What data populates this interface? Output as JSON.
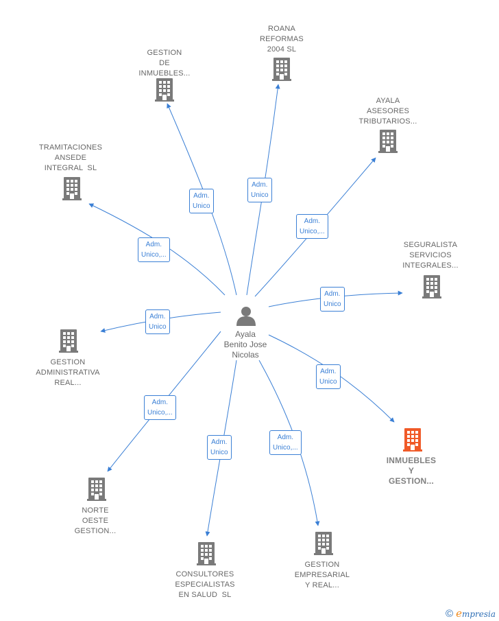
{
  "center": {
    "name_lines": [
      "Ayala",
      "Benito Jose",
      "Nicolas"
    ],
    "icon": "person-icon"
  },
  "nodes": [
    {
      "id": "gestion-inmuebles",
      "lines": [
        "GESTION",
        "DE",
        "INMUEBLES..."
      ],
      "icon": "building-icon",
      "highlight": false
    },
    {
      "id": "roana-reformas",
      "lines": [
        "ROANA",
        "REFORMAS",
        "2004 SL"
      ],
      "icon": "building-icon",
      "highlight": false
    },
    {
      "id": "ayala-asesores",
      "lines": [
        "AYALA",
        "ASESORES",
        "TRIBUTARIOS..."
      ],
      "icon": "building-icon",
      "highlight": false
    },
    {
      "id": "tramitaciones-ansede",
      "lines": [
        "TRAMITACIONES",
        "ANSEDE",
        "INTEGRAL  SL"
      ],
      "icon": "building-icon",
      "highlight": false
    },
    {
      "id": "seguralista",
      "lines": [
        "SEGURALISTA",
        "SERVICIOS",
        "INTEGRALES..."
      ],
      "icon": "building-icon",
      "highlight": false
    },
    {
      "id": "gestion-administrativa",
      "lines": [
        "GESTION",
        "ADMINISTRATIVA",
        "REAL..."
      ],
      "icon": "building-icon",
      "highlight": false
    },
    {
      "id": "inmuebles-gestion",
      "lines": [
        "INMUEBLES",
        "Y",
        "GESTION..."
      ],
      "icon": "building-icon",
      "highlight": true
    },
    {
      "id": "norte-oeste",
      "lines": [
        "NORTE",
        "OESTE",
        "GESTION..."
      ],
      "icon": "building-icon",
      "highlight": false
    },
    {
      "id": "consultores-especialistas",
      "lines": [
        "CONSULTORES",
        "ESPECIALISTAS",
        "EN SALUD  SL"
      ],
      "icon": "building-icon",
      "highlight": false
    },
    {
      "id": "gestion-empresarial",
      "lines": [
        "GESTION",
        "EMPRESARIAL",
        "Y REAL..."
      ],
      "icon": "building-icon",
      "highlight": false
    }
  ],
  "edges": [
    {
      "to": "gestion-inmuebles",
      "lines": [
        "Adm.",
        "Unico"
      ]
    },
    {
      "to": "roana-reformas",
      "lines": [
        "Adm.",
        "Unico"
      ]
    },
    {
      "to": "ayala-asesores",
      "lines": [
        "Adm.",
        "Unico,..."
      ]
    },
    {
      "to": "tramitaciones-ansede",
      "lines": [
        "Adm.",
        "Unico,..."
      ]
    },
    {
      "to": "seguralista",
      "lines": [
        "Adm.",
        "Unico"
      ]
    },
    {
      "to": "gestion-administrativa",
      "lines": [
        "Adm.",
        "Unico"
      ]
    },
    {
      "to": "inmuebles-gestion",
      "lines": [
        "Adm.",
        "Unico"
      ]
    },
    {
      "to": "norte-oeste",
      "lines": [
        "Adm.",
        "Unico,..."
      ]
    },
    {
      "to": "consultores-especialistas",
      "lines": [
        "Adm.",
        "Unico"
      ]
    },
    {
      "to": "gestion-empresarial",
      "lines": [
        "Adm.",
        "Unico,..."
      ]
    }
  ],
  "colors": {
    "edge": "#3a7fd5",
    "building": "#7a7a7a",
    "building_highlight": "#f05a28",
    "person": "#7a7a7a"
  },
  "footer": {
    "copyright": "©",
    "brand_initial": "e",
    "brand_rest": "mpresia"
  }
}
